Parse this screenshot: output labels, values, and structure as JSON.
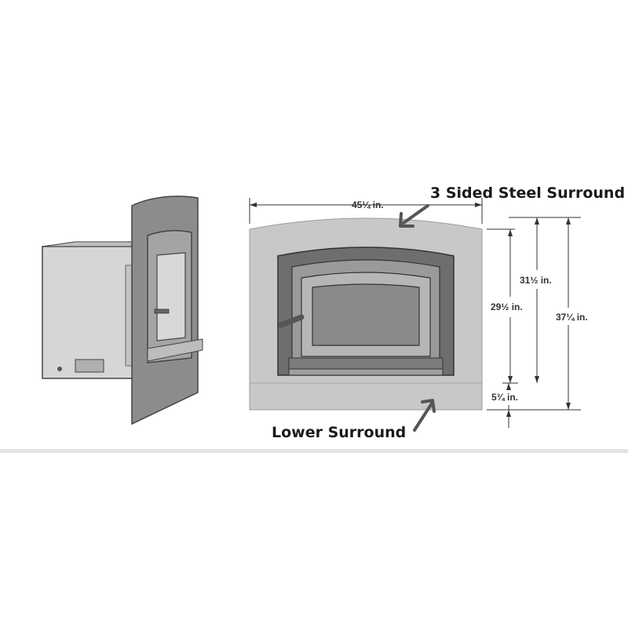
{
  "callouts": {
    "steel_surround": "3 Sided Steel Surround",
    "lower_surround": "Lower Surround"
  },
  "dimensions": {
    "width": "45¼ in.",
    "opening_height": "29½ in.",
    "surround_height": "31½ in.",
    "total_height": "37¼ in.",
    "lower_height": "5¾ in."
  },
  "colors": {
    "surround": "#c8c8c8",
    "frame": "#6e6e6e",
    "glass": "#8a8a8a",
    "line": "#333333"
  }
}
